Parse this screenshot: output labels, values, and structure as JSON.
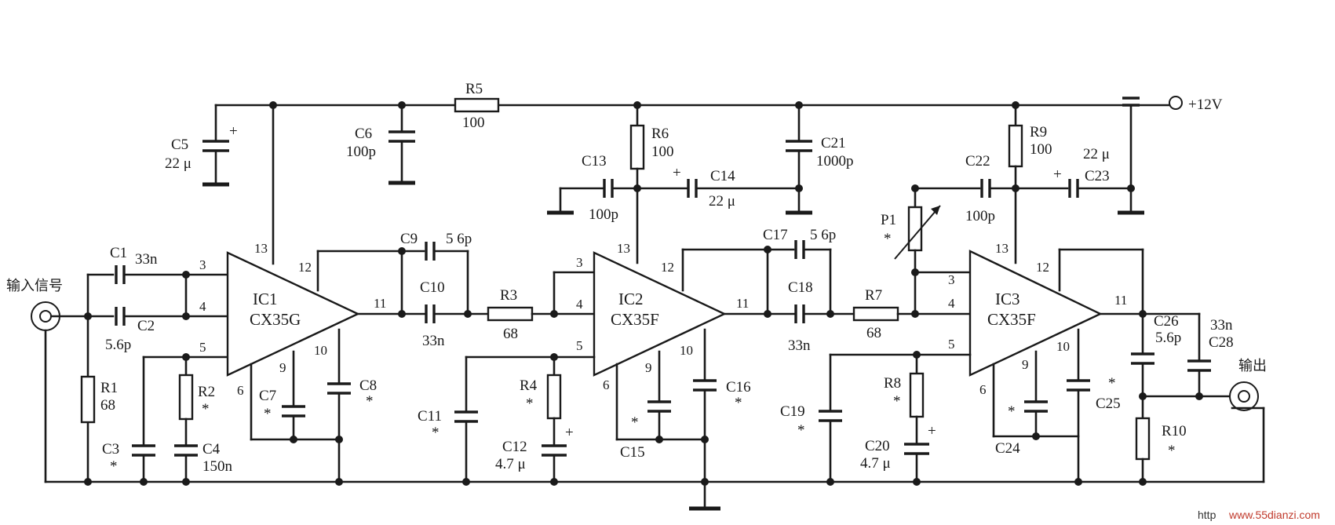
{
  "labels": {
    "input": "输入信号",
    "output": "输出",
    "supply": "+12V",
    "plus": "+",
    "star": "*",
    "watermark_prefix": "http",
    "watermark": "www.55dianzi.com"
  },
  "ics": [
    {
      "id": "IC1",
      "name": "IC1",
      "part": "CX35G",
      "pins": {
        "p3": "3",
        "p4": "4",
        "p5": "5",
        "p6": "6",
        "p9": "9",
        "p10": "10",
        "p11": "11",
        "p12": "12",
        "p13": "13"
      }
    },
    {
      "id": "IC2",
      "name": "IC2",
      "part": "CX35F",
      "pins": {
        "p3": "3",
        "p4": "4",
        "p5": "5",
        "p6": "6",
        "p9": "9",
        "p10": "10",
        "p11": "11",
        "p12": "12",
        "p13": "13"
      }
    },
    {
      "id": "IC3",
      "name": "IC3",
      "part": "CX35F",
      "pins": {
        "p3": "3",
        "p4": "4",
        "p5": "5",
        "p6": "6",
        "p9": "9",
        "p10": "10",
        "p11": "11",
        "p12": "12",
        "p13": "13"
      }
    }
  ],
  "components": {
    "C1": {
      "ref": "C1",
      "value": "33n"
    },
    "C2": {
      "ref": "C2",
      "value": "5.6p"
    },
    "R1": {
      "ref": "R1",
      "value": "68"
    },
    "R2": {
      "ref": "R2",
      "value": "*"
    },
    "C3": {
      "ref": "C3",
      "value": "*"
    },
    "C4": {
      "ref": "C4",
      "value": "150n"
    },
    "C5": {
      "ref": "C5",
      "value": "22 μ"
    },
    "C6": {
      "ref": "C6",
      "value": "100p"
    },
    "R5": {
      "ref": "R5",
      "value": "100"
    },
    "C7": {
      "ref": "C7",
      "value": "*"
    },
    "C8": {
      "ref": "C8",
      "value": "*"
    },
    "C9": {
      "ref": "C9",
      "value": "5 6p"
    },
    "C10": {
      "ref": "C10",
      "value": "33n"
    },
    "R3": {
      "ref": "R3",
      "value": "68"
    },
    "R6": {
      "ref": "R6",
      "value": "100"
    },
    "C13": {
      "ref": "C13",
      "value": "100p"
    },
    "C14": {
      "ref": "C14",
      "value": "22 μ"
    },
    "C21": {
      "ref": "C21",
      "value": "1000p"
    },
    "C11": {
      "ref": "C11",
      "value": "*"
    },
    "R4": {
      "ref": "R4",
      "value": "*"
    },
    "C12": {
      "ref": "C12",
      "value": "4.7 μ"
    },
    "C15": {
      "ref": "C15",
      "value": "*"
    },
    "C16": {
      "ref": "C16",
      "value": "*"
    },
    "C17": {
      "ref": "C17",
      "value": "5 6p"
    },
    "C18": {
      "ref": "C18",
      "value": "33n"
    },
    "R7": {
      "ref": "R7",
      "value": "68"
    },
    "P1": {
      "ref": "P1",
      "value": "*"
    },
    "C22": {
      "ref": "C22",
      "value": "100p"
    },
    "R9": {
      "ref": "R9",
      "value": "100"
    },
    "C23": {
      "ref": "C23",
      "value": "22 μ"
    },
    "C19": {
      "ref": "C19",
      "value": "*"
    },
    "R8": {
      "ref": "R8",
      "value": "*"
    },
    "C20": {
      "ref": "C20",
      "value": "4.7 μ"
    },
    "C24": {
      "ref": "C24",
      "value": "*"
    },
    "C25": {
      "ref": "C25",
      "value": "*"
    },
    "C26": {
      "ref": "C26",
      "value": "5.6p"
    },
    "C28": {
      "ref": "C28",
      "value": "33n"
    },
    "R10": {
      "ref": "R10",
      "value": "*"
    }
  }
}
